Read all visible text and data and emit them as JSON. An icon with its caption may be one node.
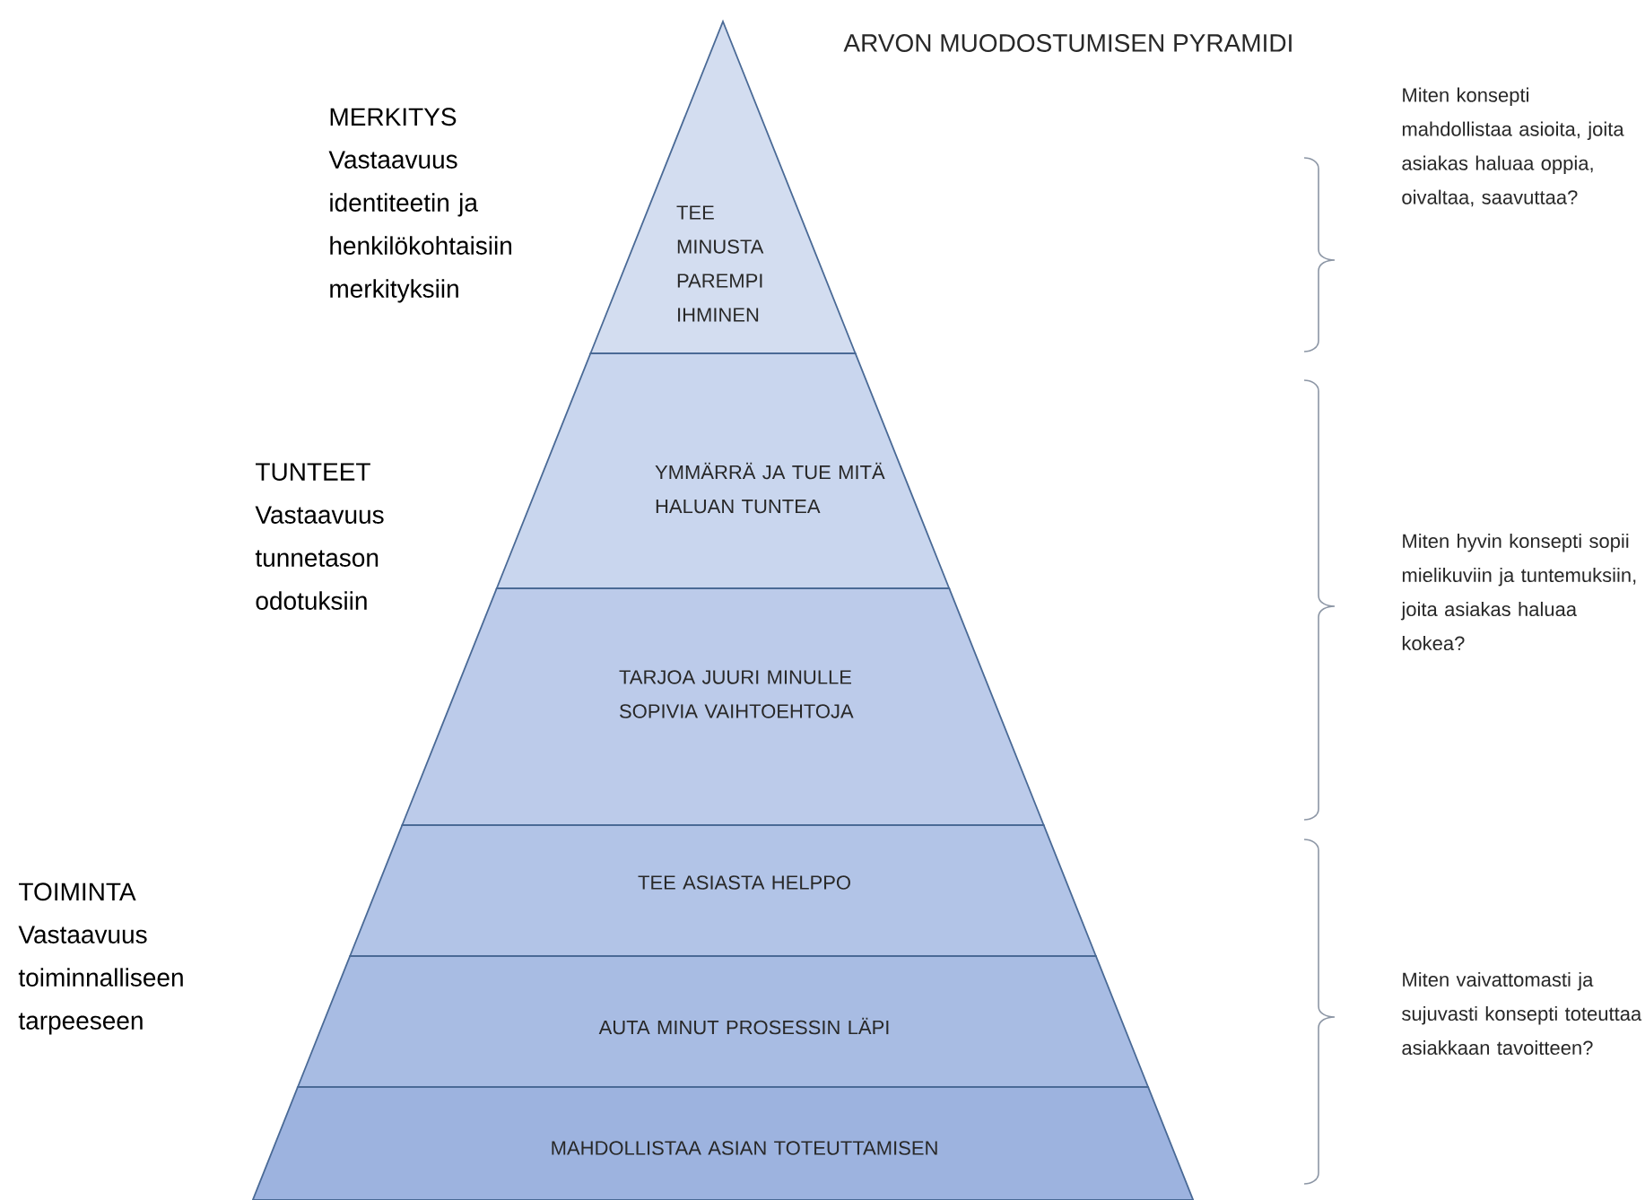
{
  "diagram": {
    "title": "ARVON MUODOSTUMISEN PYRAMIDI",
    "nodes": [
      {
        "text": [
          "TEE MINUSTA PAREMPI IHMINEN"
        ]
      },
      {
        "text": [
          "YMMÄRRÄ JA TUE MITÄ HALUAN TUNTEA"
        ]
      },
      {
        "text": [
          "TARJOA JUURI MINULLE SOPIVIA VAIHTOEHTOJA"
        ]
      },
      {
        "text": [
          "TEE ASIASTA HELPPO"
        ]
      },
      {
        "text": [
          "AUTA MINUT PROSESSIN LÄPI"
        ]
      },
      {
        "text": [
          "MAHDOLLISTAA ASIAN TOTEUTTAMISEN"
        ]
      }
    ],
    "labels": [
      "MERKITYS",
      "Vastaavuus identiteetin ja henkilökohtaisiin merkityksiin",
      "Miten konsepti mahdollistaa asioita, joita asiakas haluaa oppia, oivaltaa, saavuttaa?",
      "TUNTEET",
      "Vastaavuus tunnetason odotuksiin",
      "Miten hyvin konsepti sopii mielikuviin ja tuntemuksiin, joita asiakas haluaa kokea?",
      "TOIMINTA",
      "Vastaavuus toiminnalliseen tarpeeseen",
      "Miten vaivattomasti ja sujuvasti konsepti toteuttaa asiakkaan tavoitteen?"
    ]
  }
}
